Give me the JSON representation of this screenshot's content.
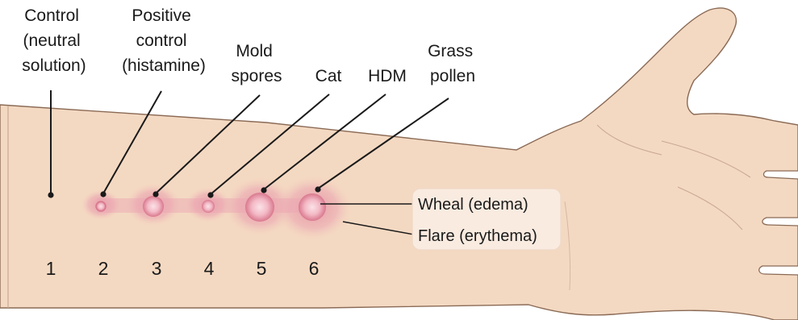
{
  "labels": {
    "control": [
      "Control",
      "(neutral",
      "solution)"
    ],
    "positive": [
      "Positive",
      "control",
      "(histamine)"
    ],
    "mold": [
      "Mold",
      "spores"
    ],
    "cat": [
      "Cat"
    ],
    "hdm": [
      "HDM"
    ],
    "grass": [
      "Grass",
      "pollen"
    ]
  },
  "site_numbers": [
    "1",
    "2",
    "3",
    "4",
    "5",
    "6"
  ],
  "legend": {
    "wheal": "Wheal (edema)",
    "flare": "Flare (erythema)"
  },
  "colors": {
    "skin": "#f4d9c2",
    "skin_outline": "#8a6a55",
    "flare": "#e9a2b0",
    "wheal": "#f2b5c1",
    "wheal_ring": "#d9788e",
    "leader": "#1a1a1a"
  }
}
